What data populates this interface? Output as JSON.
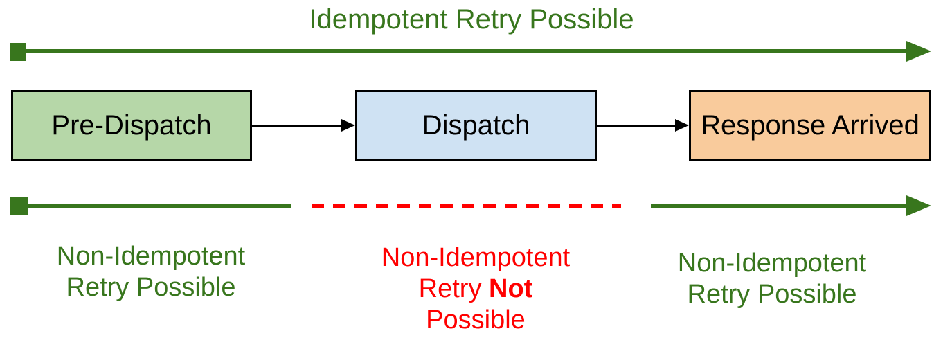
{
  "diagram": {
    "title": "Idempotent Retry Possible",
    "stages": [
      {
        "name": "Pre-Dispatch"
      },
      {
        "name": "Dispatch"
      },
      {
        "name": "Response Arrived"
      }
    ],
    "labels": {
      "left": {
        "line1": "Non-Idempotent",
        "line2": "Retry Possible"
      },
      "middle": {
        "line1": "Non-Idempotent",
        "line2_prefix": "Retry ",
        "line2_bold": "Not",
        "line3": "Possible"
      },
      "right": {
        "line1": "Non-Idempotent",
        "line2": "Retry Possible"
      }
    },
    "colors": {
      "green": "#38761d",
      "red": "#ff0000",
      "black": "#000000",
      "stage_fills": [
        "#b6d7a8",
        "#cfe2f3",
        "#f9cb9c"
      ]
    }
  }
}
